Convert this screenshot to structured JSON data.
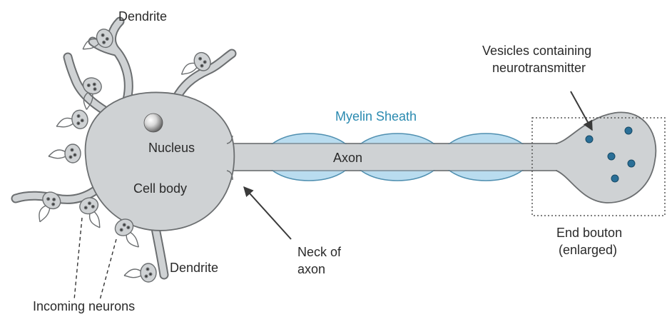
{
  "labels": {
    "dendrite_top": "Dendrite",
    "nucleus": "Nucleus",
    "cell_body": "Cell body",
    "myelin_sheath": "Myelin Sheath",
    "axon": "Axon",
    "vesicles_line1": "Vesicles containing",
    "vesicles_line2": "neurotransmitter",
    "dendrite_bottom": "Dendrite",
    "neck_line1": "Neck of",
    "neck_line2": "axon",
    "end_bouton_line1": "End bouton",
    "end_bouton_line2": "(enlarged)",
    "incoming_neurons": "Incoming neurons"
  },
  "colors": {
    "cell_fill": "#cfd2d4",
    "outline": "#6b6e70",
    "myelin_fill": "#b9dcef",
    "vesicle": "#2a6f97",
    "accent_text": "#2a8ab0"
  }
}
